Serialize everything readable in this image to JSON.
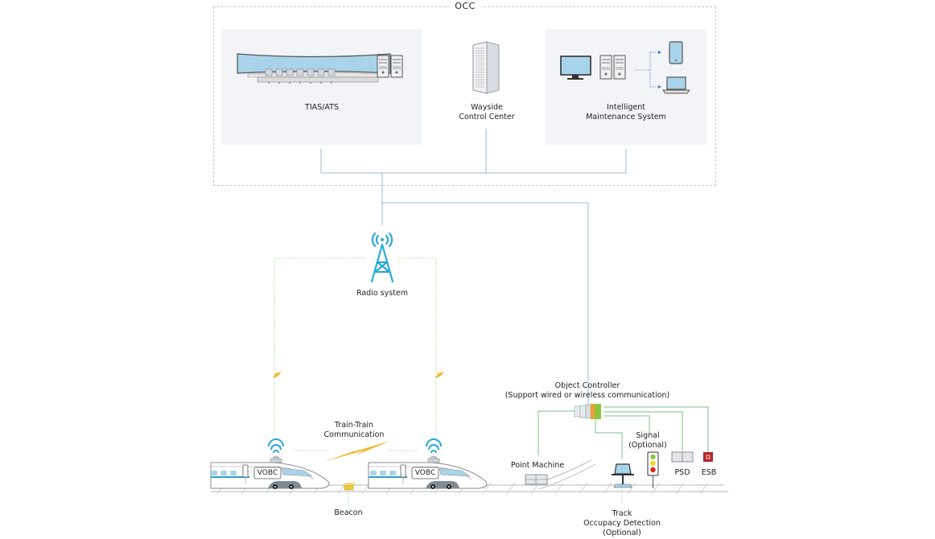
{
  "occ": {
    "title": "OCC",
    "tias": {
      "label": "TIAS/ATS"
    },
    "wayside": {
      "line1": "Wayside",
      "line2": "Control Center"
    },
    "ims": {
      "line1": "Intelligent",
      "line2": "Maintenance System"
    }
  },
  "radio": {
    "label": "Radio system"
  },
  "trains": {
    "vobc_label": "VOBC",
    "train_train": {
      "line1": "Train-Train",
      "line2": "Communication"
    },
    "beacon": {
      "label": "Beacon"
    }
  },
  "wayside_field": {
    "object_controller": {
      "line1": "Object Controller",
      "line2": "(Support wired or wireless communication)"
    },
    "point_machine": {
      "label": "Point Machine"
    },
    "signal": {
      "line1": "Signal",
      "line2": "(Optional)"
    },
    "psd": {
      "label": "PSD"
    },
    "esb": {
      "label": "ESB"
    },
    "tod": {
      "line1": "Track",
      "line2": "Occupacy Detection",
      "line3": "(Optional)"
    }
  },
  "colors": {
    "wired_line": "#9bb8d3",
    "wireless_line": "#8fcf8f",
    "field_line": "#7cc08a",
    "radio_blue": "#29a8d8",
    "bolt": "#f0b92e",
    "screen": "#a9d3ea",
    "train_stripe": "#2aa0d0",
    "beacon": "#e9c83a",
    "signal_green": "#8cc63f",
    "signal_yellow": "#f4d22a",
    "signal_red": "#d9241c",
    "esb": "#b8262c"
  }
}
